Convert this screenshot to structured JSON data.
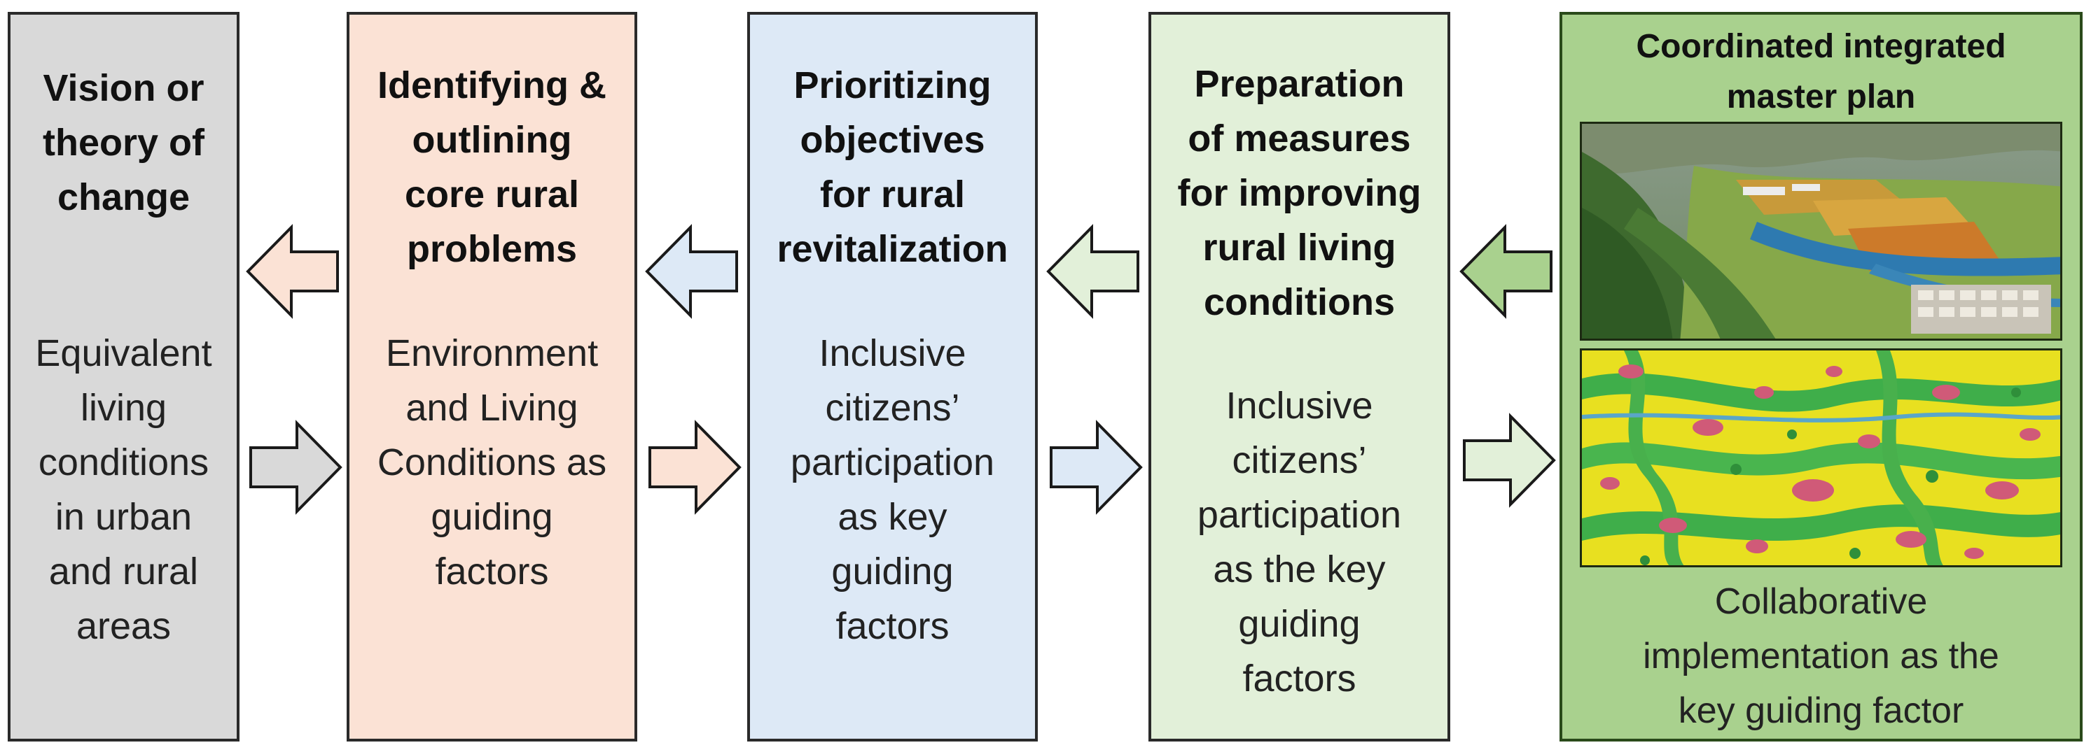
{
  "colors": {
    "box1": "#d9d9d9",
    "box2": "#fbe2d5",
    "box3": "#dde9f6",
    "box4": "#e2f0d9",
    "box5": "#a9d18e"
  },
  "boxes": [
    {
      "title": "Vision or\ntheory of\nchange",
      "body": "Equivalent\nliving\nconditions\nin urban\nand rural\nareas"
    },
    {
      "title": "Identifying &\noutlining\ncore rural\nproblems",
      "body": "Environment\nand Living\nConditions as\nguiding\nfactors"
    },
    {
      "title": "Prioritizing\nobjectives\nfor rural\nrevitalization",
      "body": "Inclusive\ncitizens’\nparticipation\nas key\nguiding\nfactors"
    },
    {
      "title": "Preparation\nof measures\nfor improving\nrural living\nconditions",
      "body": "Inclusive\ncitizens’\nparticipation\nas the key\nguiding\nfactors"
    },
    {
      "title": "Coordinated integrated\nmaster plan",
      "body": "Collaborative\nimplementation as the\nkey guiding factor",
      "images": [
        "aerial-rendering-image",
        "land-use-map-image"
      ]
    }
  ]
}
